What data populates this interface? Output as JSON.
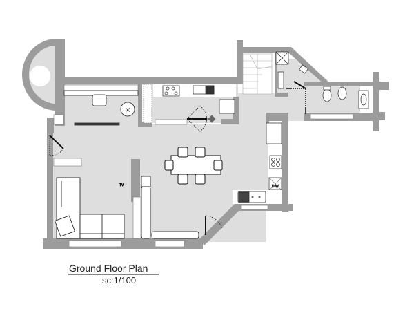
{
  "plan": {
    "title": "Ground Floor Plan",
    "scale": "sc:1/100",
    "tv_label": "TV",
    "dishwasher_label": "D.W"
  },
  "colors": {
    "wall": "#9c9c9c",
    "floor": "#dedede",
    "line": "#222222"
  }
}
